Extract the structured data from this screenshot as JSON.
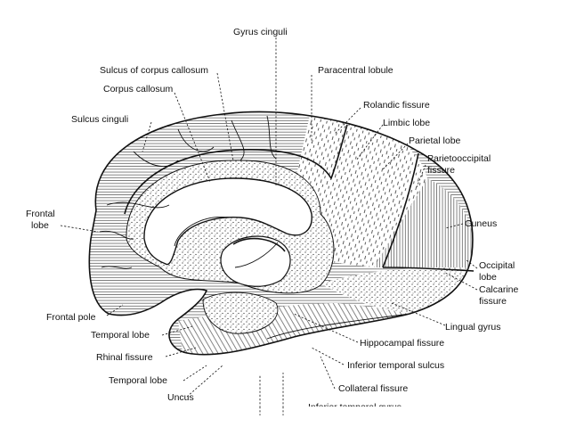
{
  "labels": {
    "gyrus_cinguli": "Gyrus cinguli",
    "sulcus_corpus_callosum": "Sulcus of corpus callosum",
    "paracentral_lobule": "Paracentral lobule",
    "corpus_callosum": "Corpus callosum",
    "rolandic_fissure": "Rolandic fissure",
    "sulcus_cinguli": "Sulcus cinguli",
    "limbic_lobe": "Limbic lobe",
    "parietal_lobe": "Parietal lobe",
    "parietooccipital_1": "Parietooccipital",
    "parietooccipital_2": "fissure",
    "frontal_lobe_1": "Frontal",
    "frontal_lobe_2": "lobe",
    "cuneus": "Cuneus",
    "occipital_lobe_1": "Occipital",
    "occipital_lobe_2": "lobe",
    "calcarine_1": "Calcarine",
    "calcarine_2": "fissure",
    "frontal_pole": "Frontal pole",
    "lingual_gyrus": "Lingual gyrus",
    "temporal_lobe_1": "Temporal lobe",
    "hippocampal_fissure": "Hippocampal fissure",
    "rhinal_fissure": "Rhinal fissure",
    "inferior_temporal_sulcus": "Inferior temporal sulcus",
    "temporal_lobe_2": "Temporal lobe",
    "collateral_fissure": "Collateral fissure",
    "uncus": "Uncus",
    "inferior_temporal_gyrus": "Inferior temporal gyrus"
  }
}
